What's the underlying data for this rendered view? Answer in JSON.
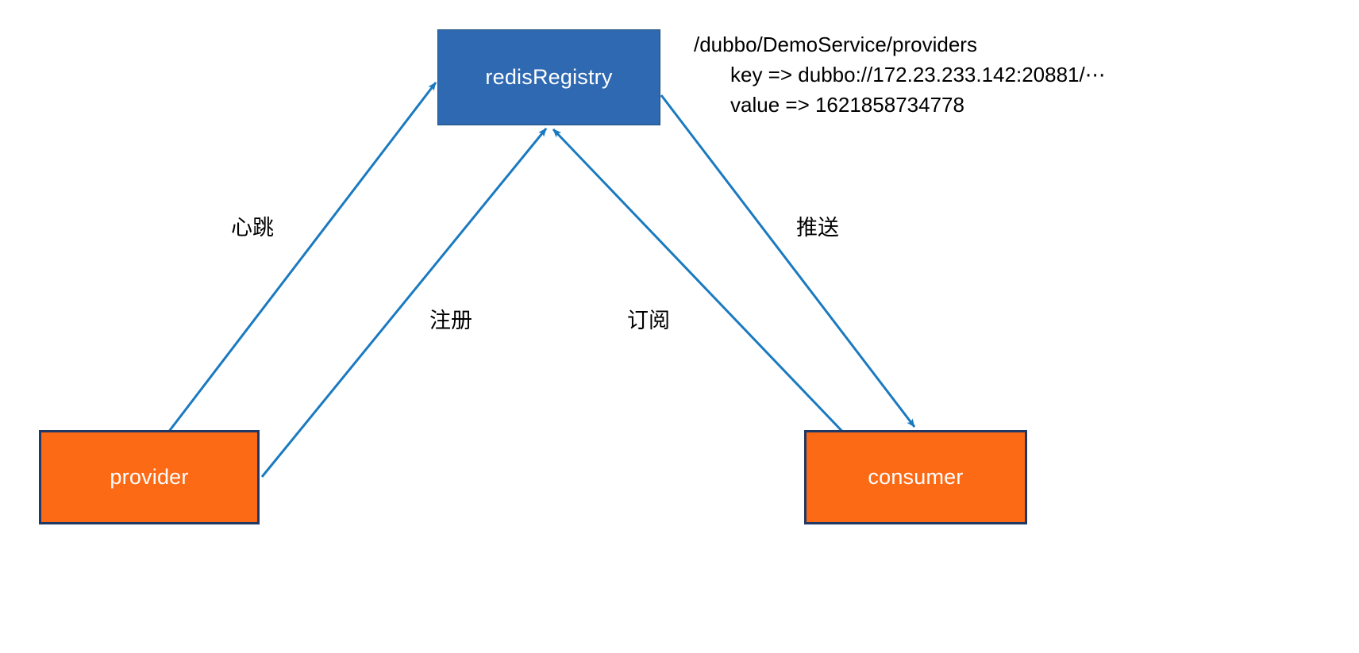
{
  "diagram": {
    "title": "dubbo redis registry interaction diagram",
    "colors": {
      "registry_fill": "#2E69B1",
      "registry_border": "#1F4E79",
      "node_fill": "#FC6A16",
      "node_border": "#1F3864",
      "arrow": "#1A7AC0",
      "text": "#000000",
      "node_text": "#FFFFFF",
      "background": "#FFFFFF"
    },
    "nodes": [
      {
        "id": "registry",
        "label": "redisRegistry",
        "shape": "rectangle",
        "fill": "#2E69B1",
        "text_color": "#FFFFFF"
      },
      {
        "id": "provider",
        "label": "provider",
        "shape": "rectangle",
        "fill": "#FC6A16",
        "text_color": "#FFFFFF"
      },
      {
        "id": "consumer",
        "label": "consumer",
        "shape": "rectangle",
        "fill": "#FC6A16",
        "text_color": "#FFFFFF"
      }
    ],
    "edges": [
      {
        "id": "heartbeat",
        "from": "provider",
        "to": "registry",
        "label": "心跳",
        "arrowhead": "to"
      },
      {
        "id": "register",
        "from": "provider",
        "to": "registry",
        "label": "注册",
        "arrowhead": "to"
      },
      {
        "id": "subscribe",
        "from": "consumer",
        "to": "registry",
        "label": "订阅",
        "arrowhead": "to"
      },
      {
        "id": "push",
        "from": "registry",
        "to": "consumer",
        "label": "推送",
        "arrowhead": "to"
      }
    ],
    "annotation": {
      "line1": "/dubbo/DemoService/providers",
      "line2": "key => dubbo://172.23.233.142:20881/⋯",
      "line3": "value => 1621858734778"
    }
  }
}
